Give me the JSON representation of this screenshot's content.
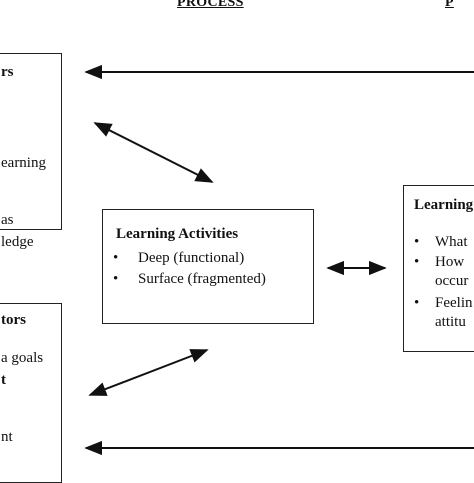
{
  "headers": {
    "process": "PROCESS",
    "right_partial": "P"
  },
  "left_top_box": {
    "title_fragment": "rs",
    "line1": "earning",
    "line2": "as",
    "line3": "ledge"
  },
  "left_bottom_box": {
    "title_fragment": "tors",
    "line1": "a goals",
    "line2": "t",
    "line3": "nt"
  },
  "center_box": {
    "title": "Learning Activities",
    "bullet_glyph": "•",
    "items": [
      "Deep (functional)",
      "Surface (fragmented)"
    ]
  },
  "right_box": {
    "title_fragment": "Learning",
    "bullet_glyph": "•",
    "items": [
      "What",
      "How",
      "occur",
      "Feelin",
      "attitu"
    ]
  },
  "colors": {
    "stroke": "#111111",
    "background": "#ffffff"
  }
}
